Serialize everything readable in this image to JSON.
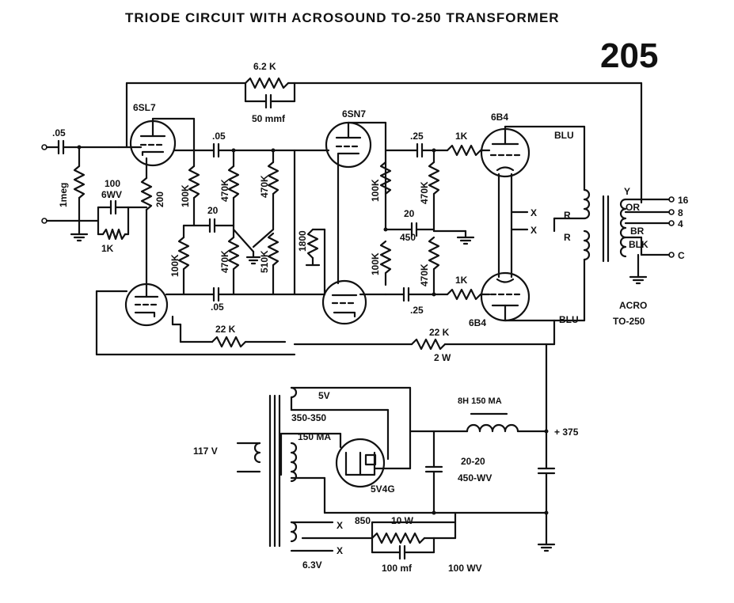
{
  "title": "TRIODE CIRCUIT WITH ACROSOUND TO-250 TRANSFORMER",
  "badge": "205",
  "labels": {
    "c_in": ".05",
    "r_grid": "1meg",
    "tube1": "6SL7",
    "c_cath": "100",
    "c_cath_v": "6WV",
    "r_cath1k": "1K",
    "r_200": "200",
    "fb_r": "6.2 K",
    "fb_c": "50 mmf",
    "c_couple1": ".05",
    "r_100k_a": "100K",
    "r_470k_a": "470K",
    "r_470k_b": "470K",
    "c_20a": "20",
    "r_100k_b": "100K",
    "r_470k_c": "470K",
    "r_510k": "510K",
    "c_05b": ".05",
    "tube2": "6SN7",
    "r_1800": "1800",
    "r_100k_c": "100K",
    "r_100k_d": "100K",
    "c_25a": ".25",
    "c_25b": ".25",
    "r_470k_d": "470K",
    "r_470k_e": "470K",
    "c_20b": "20",
    "c_20b_v": "450",
    "r_1k_a": "1K",
    "r_1k_b": "1K",
    "tube3": "6B4",
    "tube4": "6B4",
    "x1": "X",
    "x2": "X",
    "blu1": "BLU",
    "blu2": "BLU",
    "r1": "R",
    "r2": "R",
    "y": "Y",
    "or": "OR",
    "br": "BR",
    "blk": "BLK",
    "tap16": "16",
    "tap8": "8",
    "tap4": "4",
    "tapc": "C",
    "acro": "ACRO",
    "acro_model": "TO-250",
    "r_22k_a": "22 K",
    "r_22k_b": "22 K",
    "r_22k_b_w": "2 W",
    "pt_5v": "5V",
    "pt_hv": "350-350",
    "pt_ma": "150 MA",
    "pt_117": "117 V",
    "rect": "5V4G",
    "choke": "8H 150 MA",
    "b_plus": "+ 375",
    "filt_c": "20-20",
    "filt_v": "450-WV",
    "fil_x1": "X",
    "fil_x2": "X",
    "r_850": "850",
    "r_850_w": "10 W",
    "c_100mf": "100 mf",
    "c_100wv": "100 WV",
    "pt_63": "6.3V"
  }
}
